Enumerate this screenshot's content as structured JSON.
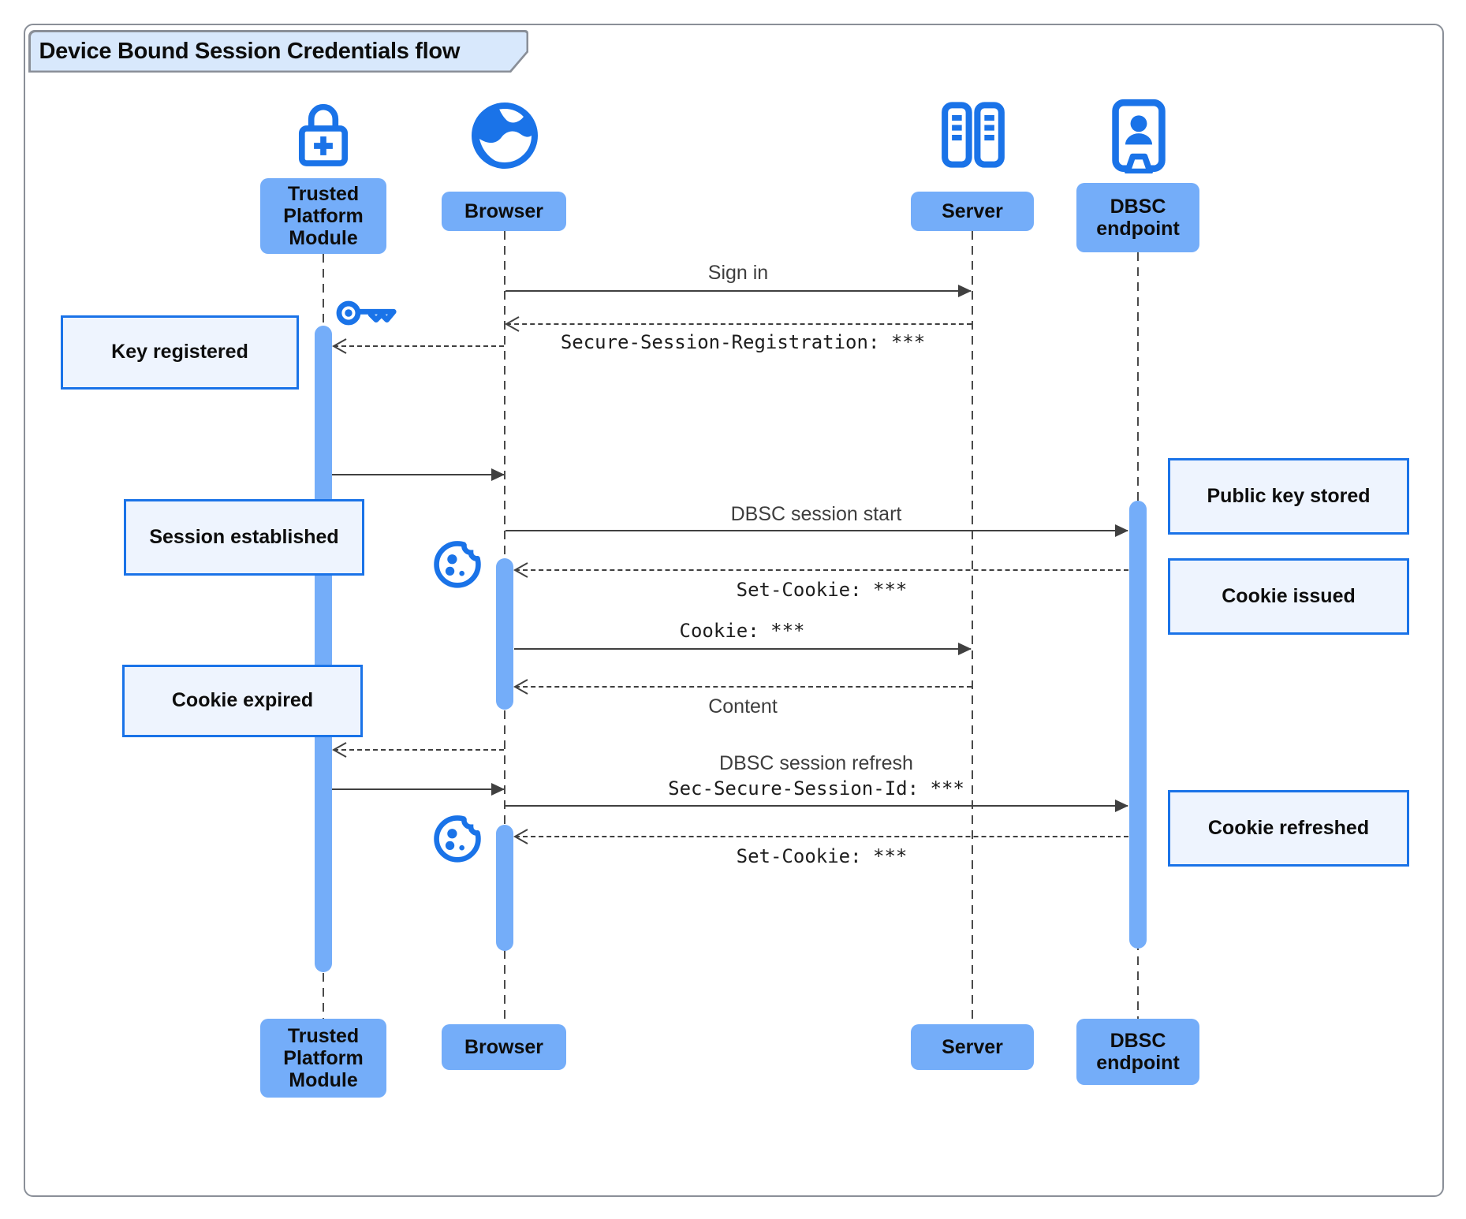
{
  "title": "Device Bound Session Credentials flow",
  "actors": {
    "tpm": {
      "label": "Trusted Platform Module",
      "icon": "lock-plus-icon"
    },
    "browser": {
      "label": "Browser",
      "icon": "globe-icon"
    },
    "server": {
      "label": "Server",
      "icon": "server-rack-icon"
    },
    "dbsc": {
      "label": "DBSC endpoint",
      "icon": "person-badge-icon"
    }
  },
  "messages": {
    "sign_in": {
      "label": "Sign in",
      "from": "Browser",
      "to": "Server",
      "style": "solid"
    },
    "registration": {
      "label": "Secure-Session-Registration: ***",
      "from": "Server",
      "to": "Browser",
      "style": "dashed"
    },
    "key_to_tpm": {
      "label": "",
      "from": "Browser",
      "to": "Trusted Platform Module",
      "style": "dashed"
    },
    "key_done": {
      "label": "",
      "from": "Trusted Platform Module",
      "to": "Browser",
      "style": "solid"
    },
    "dbsc_start": {
      "label": "DBSC session start",
      "from": "Browser",
      "to": "DBSC endpoint",
      "style": "solid"
    },
    "set_cookie_1": {
      "label": "Set-Cookie: ***",
      "from": "DBSC endpoint",
      "to": "Browser",
      "style": "dashed"
    },
    "cookie": {
      "label": "Cookie: ***",
      "from": "Browser",
      "to": "Server",
      "style": "solid"
    },
    "content": {
      "label": "Content",
      "from": "Server",
      "to": "Browser",
      "style": "dashed"
    },
    "sign_to_tpm": {
      "label": "",
      "from": "Browser",
      "to": "Trusted Platform Module",
      "style": "dashed"
    },
    "sign_done": {
      "label": "",
      "from": "Trusted Platform Module",
      "to": "Browser",
      "style": "solid"
    },
    "refresh_line1": {
      "label": "DBSC session refresh",
      "from": "Browser",
      "to": "DBSC endpoint",
      "style": "solid"
    },
    "refresh_line2": {
      "label": "Sec-Secure-Session-Id: ***"
    },
    "set_cookie_2": {
      "label": "Set-Cookie: ***",
      "from": "DBSC endpoint",
      "to": "Browser",
      "style": "dashed"
    }
  },
  "notes": {
    "key_registered": "Key registered",
    "session_established": "Session established",
    "cookie_expired": "Cookie expired",
    "public_key_stored": "Public key stored",
    "cookie_issued": "Cookie issued",
    "cookie_refreshed": "Cookie refreshed"
  },
  "decorations": {
    "key_icon": "key-icon",
    "cookie_icon_1": "cookie-icon",
    "cookie_icon_2": "cookie-icon"
  },
  "colors": {
    "primary_blue": "#1a73e8",
    "actor_fill": "#74adf9",
    "note_fill": "#eef4fe",
    "note_border": "#1a73e8",
    "title_fill": "#d8e8fc",
    "line": "#404040",
    "frame": "#8a8f98"
  }
}
